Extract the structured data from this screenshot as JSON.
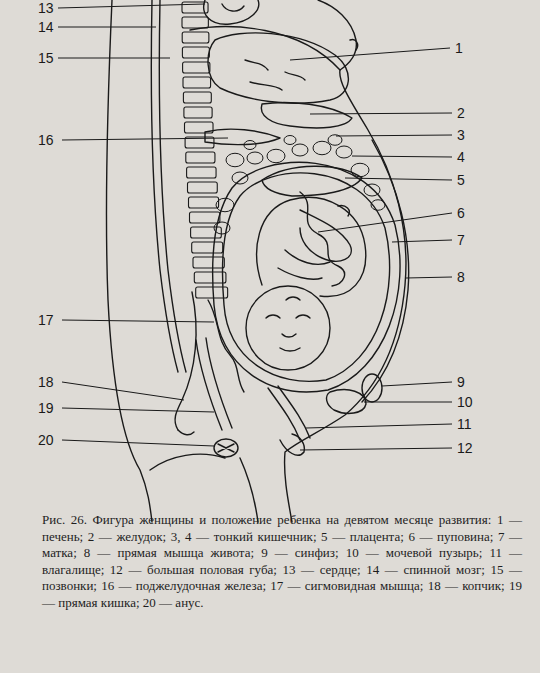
{
  "diagram": {
    "caption": "Рис. 26. Фигура женщины и положение ребенка на девятом месяце развития: 1 — печень; 2 — желудок; 3, 4 — тонкий кишечник; 5 — плацента; 6 — пуповина; 7 — матка; 8 — прямая мышца живота; 9 — синфиз; 10 — мочевой пузырь; 11 — влагалище; 12 — большая половая губа; 13 — сердце; 14 — спинной мозг; 15 — позвонки; 16 — поджелудочная железа; 17 — сигмовидная мышца; 18 — копчик; 19 — прямая кишка; 20 — анус.",
    "labels": [
      "13",
      "14",
      "15",
      "1",
      "16",
      "2",
      "3",
      "4",
      "5",
      "6",
      "7",
      "8",
      "17",
      "9",
      "18",
      "10",
      "19",
      "11",
      "20",
      "12"
    ]
  }
}
